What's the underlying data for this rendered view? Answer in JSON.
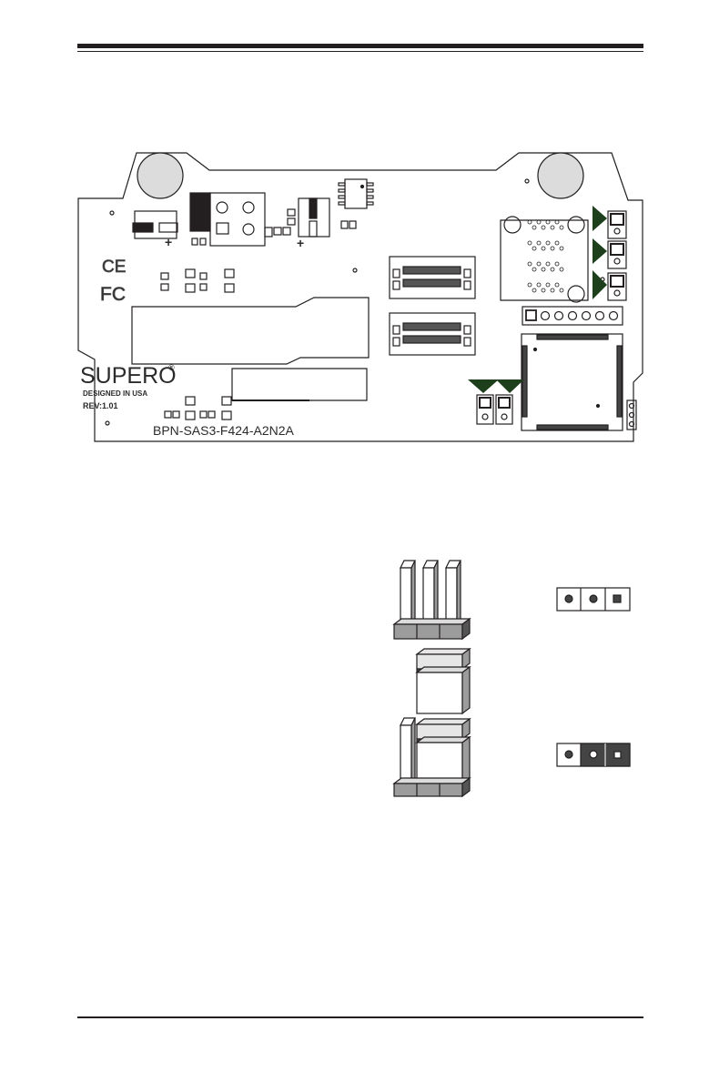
{
  "board": {
    "logo": "SUPERO",
    "logo_mark": "®",
    "designed": "DESIGNED IN USA",
    "revision": "REV:1.01",
    "model": "BPN-SAS3-F424-A2N2A",
    "ce_mark": "CE",
    "fcc_mark": "FC",
    "plus_sign": "+"
  },
  "colors": {
    "ink": "#231f20",
    "pointer_green": "#1e3f1c",
    "jumper_dark": "#444444",
    "jumper_gray": "#9c9c9c",
    "jumper_light": "#e6e6e6"
  },
  "icons": [
    "jumper-arrow-icon",
    "jumper-open-icon",
    "jumper-cap-icon",
    "jumper-closed-icon",
    "pin-header-open-icon",
    "pin-header-closed-icon"
  ]
}
